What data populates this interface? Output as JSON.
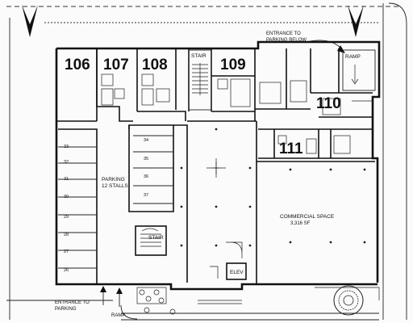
{
  "units": [
    "106",
    "107",
    "108",
    "109",
    "110",
    "111"
  ],
  "labels": {
    "stair_top": "STAIR",
    "stair_bottom": "STAIR",
    "ramp_top": "RAMP",
    "ramp_bottom": "RAMP",
    "entrance_top_line1": "ENTRANCE TO",
    "entrance_top_line2": "PARKING BELOW",
    "entrance_bottom_line1": "ENTRANCE TO",
    "entrance_bottom_line2": "PARKING",
    "parking_line1": "PARKING",
    "parking_line2": "12 STALLS",
    "commercial_line1": "COMMERCIAL SPACE",
    "commercial_line2": "3,316 SF",
    "elevator": "ELEV"
  },
  "stalls_left": [
    "33",
    "32",
    "31",
    "30",
    "29",
    "28",
    "27",
    "26"
  ],
  "stalls_right": [
    "34",
    "35",
    "36",
    "37"
  ]
}
